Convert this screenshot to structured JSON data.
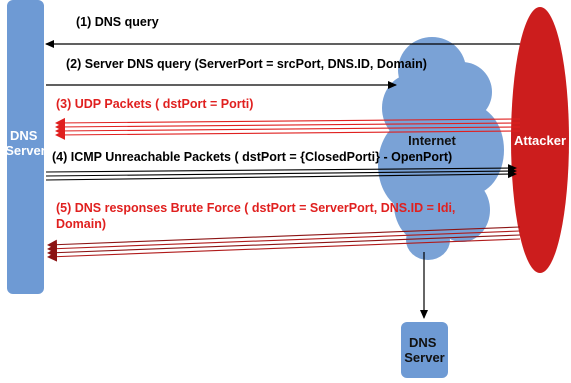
{
  "colors": {
    "server_fill": "#6e9ad4",
    "cloud_fill": "#7aa2d6",
    "attacker_fill": "#cc1d1d",
    "text_black": "#000000",
    "text_red": "#e0201f",
    "node_text_white": "#ffffff",
    "node_text_dark": "#111111"
  },
  "nodes": {
    "dns_server_left": "DNS\nServer",
    "internet": "Internet",
    "attacker": "Attacker",
    "dns_server_bottom": "DNS\nServer"
  },
  "messages": [
    {
      "label": "(1) DNS query",
      "color": "black"
    },
    {
      "label": "(2) Server DNS query (ServerPort = srcPort, DNS.ID, Domain)",
      "color": "black"
    },
    {
      "label": "(3) UDP Packets ( dstPort = Porti)",
      "color": "red"
    },
    {
      "label": "(4) ICMP Unreachable Packets ( dstPort = {ClosedPorti} - OpenPort)",
      "color": "black"
    },
    {
      "label": "(5) DNS responses Brute Force ( dstPort = ServerPort, DNS.ID = Idi,\nDomain)",
      "color": "red"
    }
  ]
}
